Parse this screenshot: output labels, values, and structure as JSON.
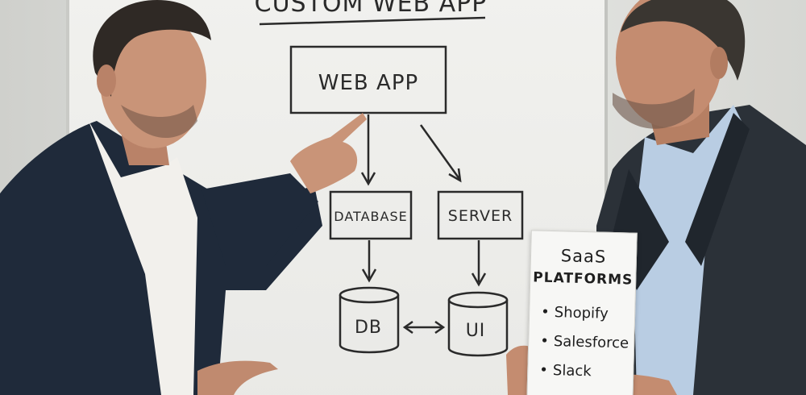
{
  "whiteboard": {
    "title": "CUSTOM WEB APP",
    "nodes": {
      "web_app": "WEB APP",
      "database": "DATABASE",
      "server": "SERVER",
      "db": "DB",
      "ui": "UI"
    }
  },
  "sign": {
    "title_line1": "SaaS",
    "title_line2": "PLATFORMS",
    "items": [
      "Shopify",
      "Salesforce",
      "Slack"
    ]
  },
  "colors": {
    "marker": "#2a2a2a",
    "suit_dark": "#1f2a3a",
    "suit_right": "#2b3138",
    "shirt_white": "#f2f0ec",
    "shirt_blue": "#b9cde3"
  }
}
